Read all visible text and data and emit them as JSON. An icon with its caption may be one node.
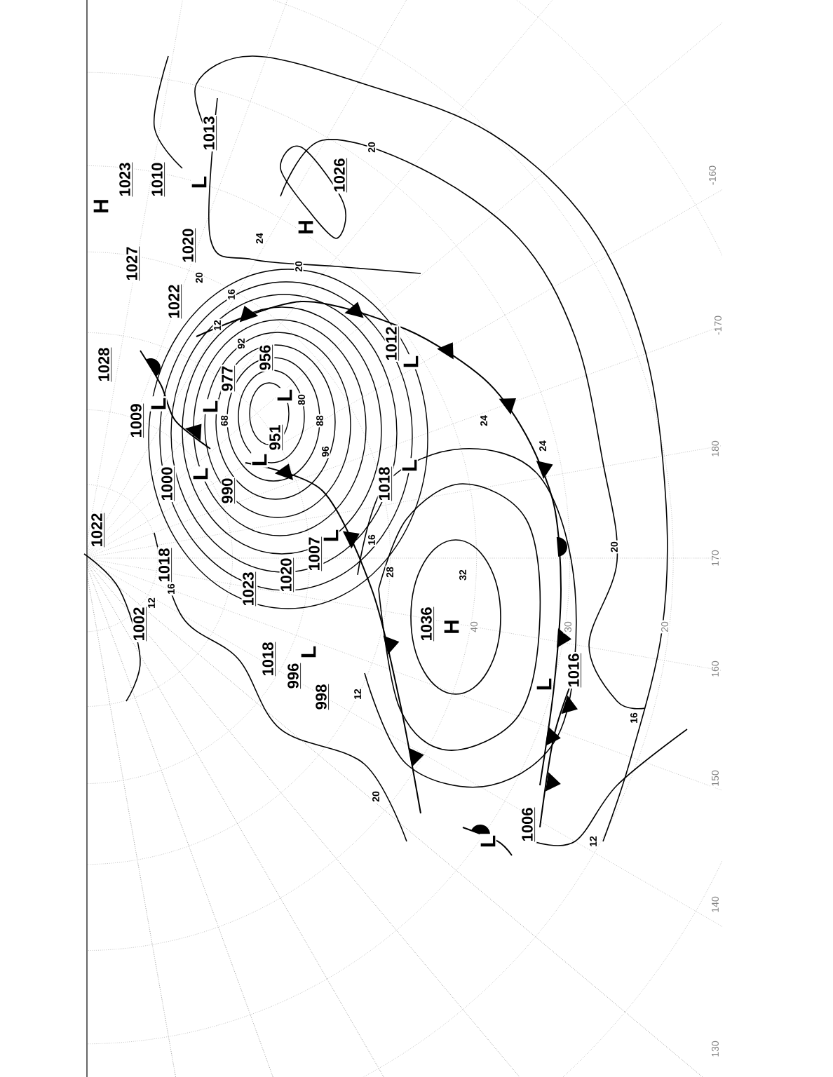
{
  "diagram": {
    "labels": [
      "1013",
      "L",
      "H",
      "1023",
      "1010",
      "1026",
      "H",
      "20",
      "1027",
      "1020",
      "24",
      "20",
      "1022",
      "20",
      "16",
      "12",
      "1028",
      "92",
      "977",
      "L",
      "956",
      "L",
      "1012",
      "L",
      "1009",
      "L",
      "68",
      "80",
      "951",
      "L",
      "88",
      "96",
      "24",
      "24",
      "990",
      "L",
      "1000",
      "1018",
      "L",
      "180",
      "1022",
      "1018",
      "16",
      "28",
      "32",
      "170",
      "20",
      "1023",
      "1020",
      "1007",
      "L",
      "1002",
      "16",
      "12",
      "1036",
      "H",
      "40",
      "30",
      "20",
      "1018",
      "996",
      "L",
      "998",
      "160",
      "1016",
      "L",
      "12",
      "16",
      "150",
      "20",
      "1006",
      "L",
      "12",
      "140",
      "130",
      "-160",
      "-170"
    ]
  }
}
